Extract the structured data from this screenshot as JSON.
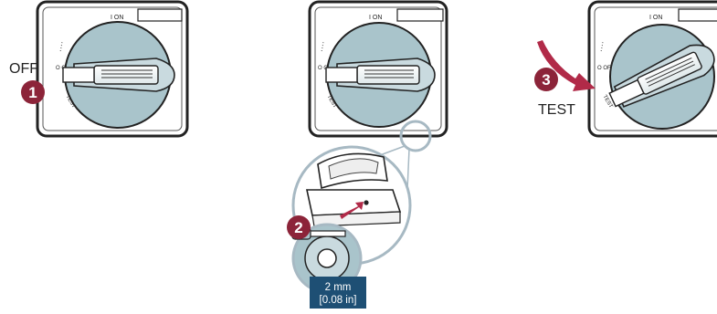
{
  "steps": [
    {
      "number": "1",
      "label": "OFF"
    },
    {
      "number": "2",
      "label": ""
    },
    {
      "number": "3",
      "label": "TEST"
    }
  ],
  "switch_markings": {
    "on": "I ON",
    "off": "O OFF",
    "test": "TEST",
    "dots": "····"
  },
  "tool_dimension": {
    "metric": "2 mm",
    "imperial": "[0.08 in]"
  },
  "colors": {
    "knob_fill": "#a9c4cb",
    "badge_fill": "#8c2439",
    "arrow_fill": "#b12a48",
    "callout_fill": "#1e4f74",
    "circle_stroke": "#a7b9c3",
    "outline": "#222222"
  }
}
